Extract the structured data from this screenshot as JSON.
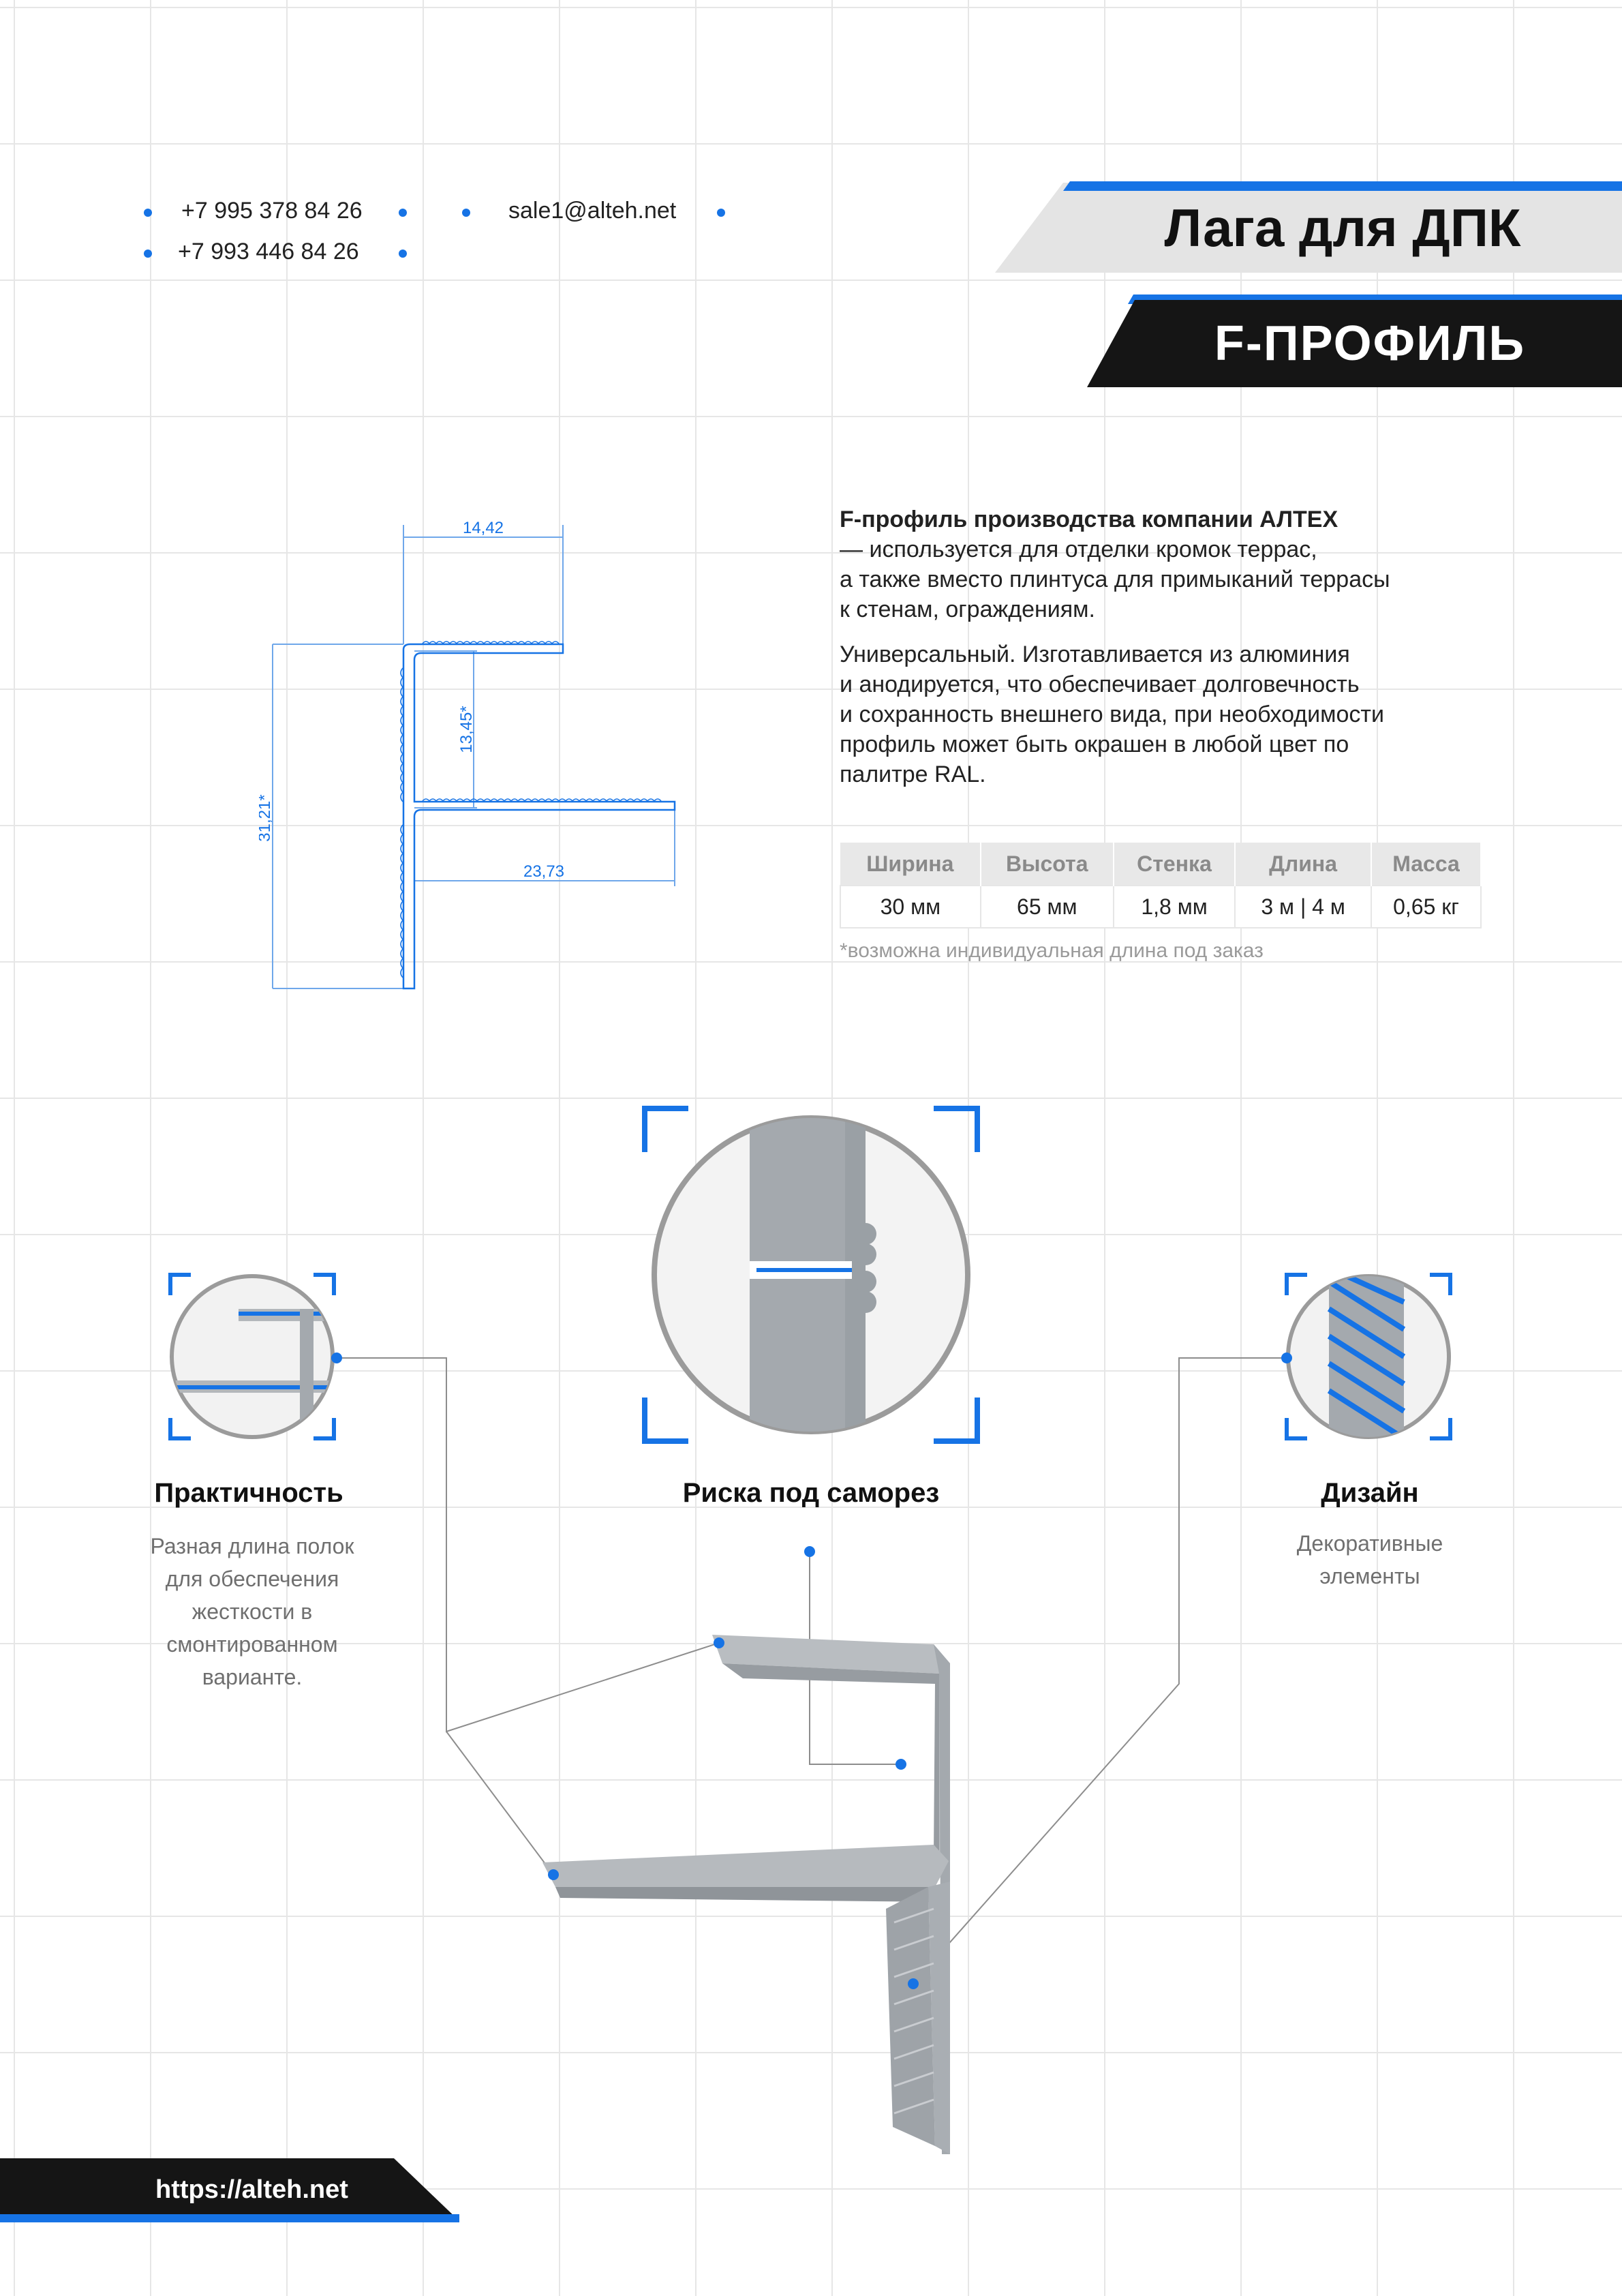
{
  "contacts": {
    "phone1": "+7 995 378 84 26",
    "phone2": "+7 993 446 84 26",
    "email": "sale1@alteh.net"
  },
  "header": {
    "title": "Лага для ДПК",
    "subtitle": "F-ПРОФИЛЬ"
  },
  "drawing": {
    "dim_top": "14,42",
    "dim_inner_height": "13,45*",
    "dim_total_height": "31,21*",
    "dim_bottom": "23,73"
  },
  "description": {
    "p1_bold": "F-профиль производства компании АЛТЕХ",
    "p1_line2": "— используется для отделки кромок террас,",
    "p1_line3": "а также вместо плинтуса для примыканий террасы",
    "p1_line4": "к стенам, ограждениям.",
    "p2_line1": "Универсальный. Изготавливается из алюминия",
    "p2_line2": "и анодируется, что обеспечивает долговечность",
    "p2_line3": "и сохранность внешнего вида, при необходимости",
    "p2_line4": "профиль может быть окрашен в любой цвет по",
    "p2_line5": "палитре RAL."
  },
  "specs": {
    "headers": [
      "Ширина",
      "Высота",
      "Стенка",
      "Длина",
      "Масса"
    ],
    "values": [
      "30 мм",
      "65 мм",
      "1,8 мм",
      "3 м | 4 м",
      "0,65 кг"
    ]
  },
  "note": "*возможна индивидуальная длина под заказ",
  "features": [
    {
      "title": "Практичность",
      "desc": [
        "Разная длина полок",
        "для обеспечения",
        "жесткости в",
        "смонтированном",
        "варианте."
      ]
    },
    {
      "title": "Риска под саморез",
      "desc": []
    },
    {
      "title": "Дизайн",
      "desc": [
        "Декоративные",
        "элементы"
      ]
    }
  ],
  "footer": {
    "url": "https://alteh.net"
  },
  "colors": {
    "accent": "#1673e5",
    "dark": "#151515",
    "profile": "#a4a9ae"
  }
}
